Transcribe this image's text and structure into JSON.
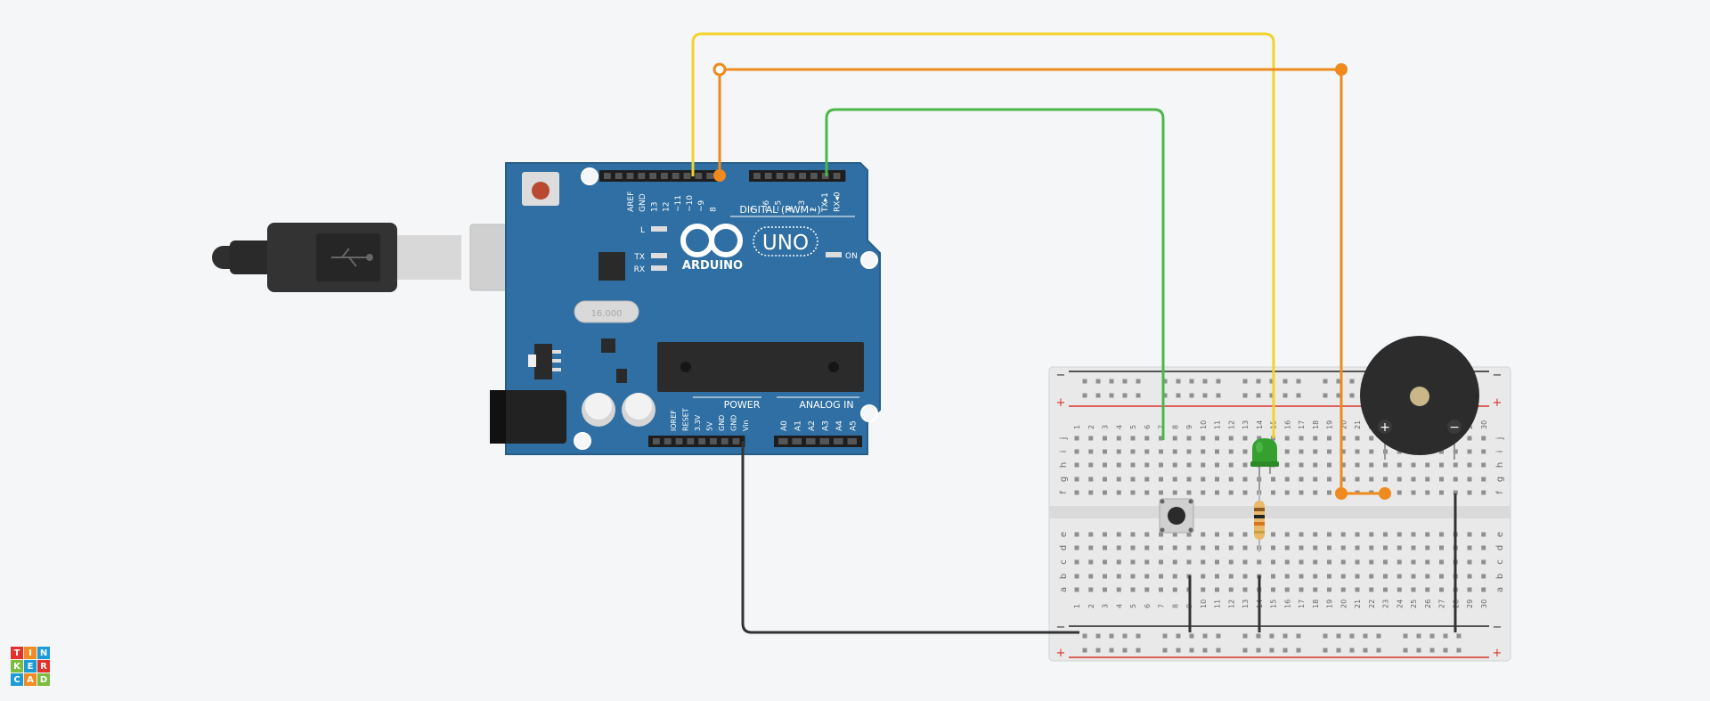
{
  "app": {
    "logo_letters": [
      "T",
      "I",
      "N",
      "K",
      "E",
      "R",
      "C",
      "A",
      "D"
    ],
    "logo_colors": [
      "#e2322b",
      "#f18b25",
      "#1c9bd6",
      "#7cbc3f",
      "#1c9bd6",
      "#e2322b",
      "#1c9bd6",
      "#f18b25",
      "#7cbc3f"
    ]
  },
  "arduino": {
    "brand": "ARDUINO",
    "model": "UNO",
    "digital_label": "DIGITAL (PWM~)",
    "power_label": "POWER",
    "analog_label": "ANALOG IN",
    "digital_pins": [
      "AREF",
      "GND",
      "13",
      "12",
      "~11",
      "~10",
      "~9",
      "8",
      "7",
      "~6",
      "~5",
      "4",
      "~3",
      "2",
      "TX▸1",
      "RX◂0"
    ],
    "power_pins": [
      "IOREF",
      "RESET",
      "3.3V",
      "5V",
      "GND",
      "GND",
      "Vin"
    ],
    "analog_pins": [
      "A0",
      "A1",
      "A2",
      "A3",
      "A4",
      "A5"
    ],
    "led_labels": [
      "L",
      "TX",
      "RX"
    ],
    "on_label": "ON",
    "crystal_label": "16.000"
  },
  "breadboard": {
    "row_letters_top": [
      "j",
      "i",
      "h",
      "g",
      "f"
    ],
    "row_letters_bottom": [
      "e",
      "d",
      "c",
      "b",
      "a"
    ],
    "plus": "+",
    "minus": "−",
    "columns": 30
  },
  "buzzer": {
    "plus": "+",
    "minus": "−"
  },
  "colors": {
    "board": "#2f6fa3",
    "wire_yellow": "#f2d32b",
    "wire_orange": "#ee8a1e",
    "wire_green": "#4cb749",
    "wire_black": "#333333"
  }
}
